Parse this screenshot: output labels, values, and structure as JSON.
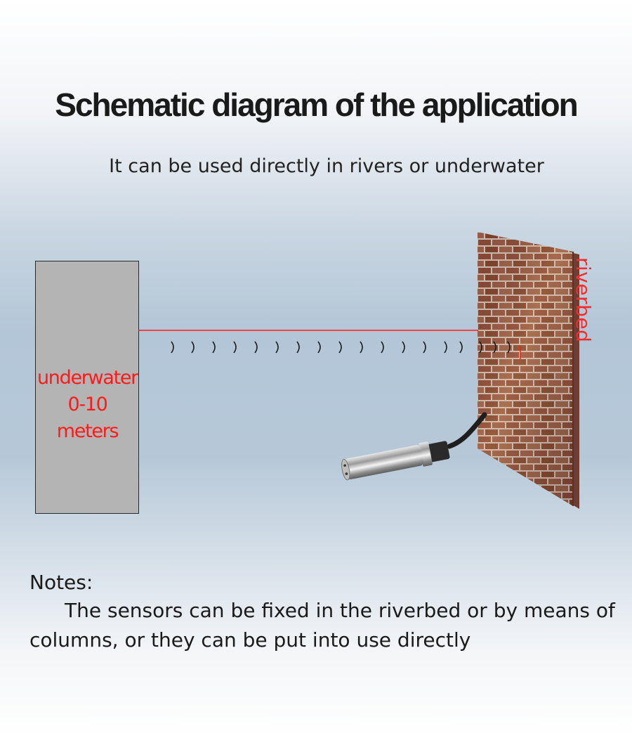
{
  "page": {
    "title": "Schematic diagram of the application",
    "subtitle": "It can be used directly in rivers or underwater"
  },
  "diagram": {
    "depth_label": [
      "underwater",
      "0-10",
      "meters"
    ],
    "riverbed_label": "riverbed",
    "sensor_icon": "pressure-sensor-probe-icon",
    "wall_icon": "brick-wall-icon",
    "wave_icon": "signal-wave-icon",
    "colors": {
      "accent_red": "#ff1a1a",
      "depth_box": "#b4b4b4",
      "brick": "#8a4a38"
    }
  },
  "notes": {
    "heading": "Notes:",
    "body": "The sensors can be fixed in the riverbed or by means of columns, or they can be put into use directly"
  }
}
